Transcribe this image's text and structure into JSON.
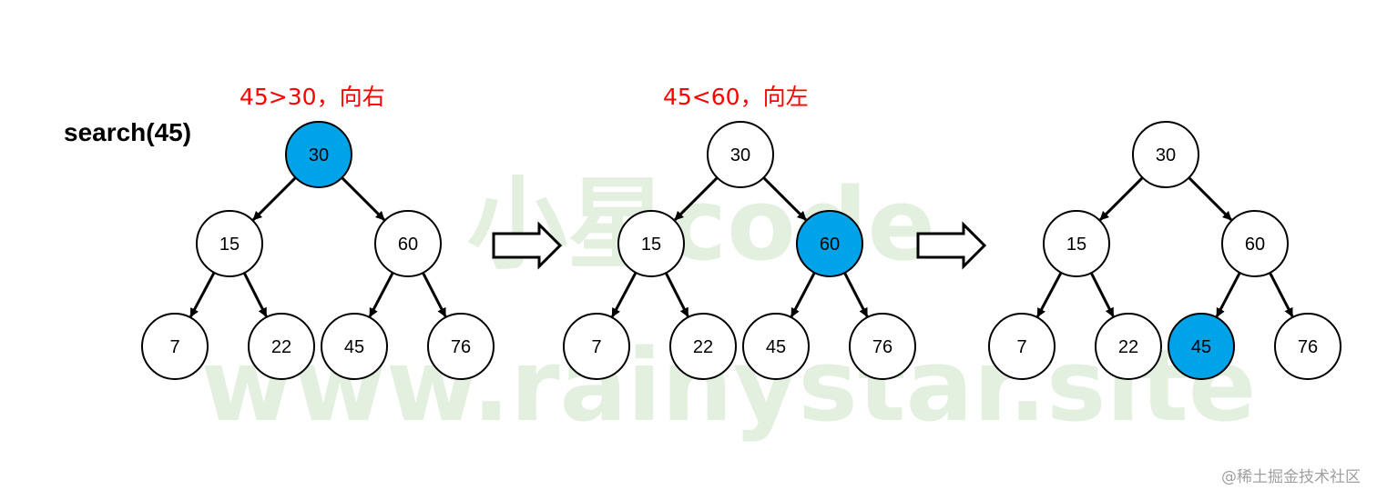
{
  "title": "search(45)",
  "colors": {
    "highlight": "#00a2e8",
    "node_fill": "#ffffff",
    "stroke": "#000000",
    "caption": "#ff0000",
    "watermark": "#e3efdf"
  },
  "node_values": [
    "30",
    "15",
    "60",
    "7",
    "22",
    "45",
    "76"
  ],
  "steps": [
    {
      "caption": "45>30，向右",
      "highlight": "30"
    },
    {
      "caption": "45<60，向左",
      "highlight": "60"
    },
    {
      "caption": "",
      "highlight": "45"
    }
  ],
  "arrow_icon": "right-hollow-arrow-icon",
  "watermark": {
    "line1": "小星code",
    "line2": "www.rainystar.site"
  },
  "credit": "@稀土掘金技术社区"
}
